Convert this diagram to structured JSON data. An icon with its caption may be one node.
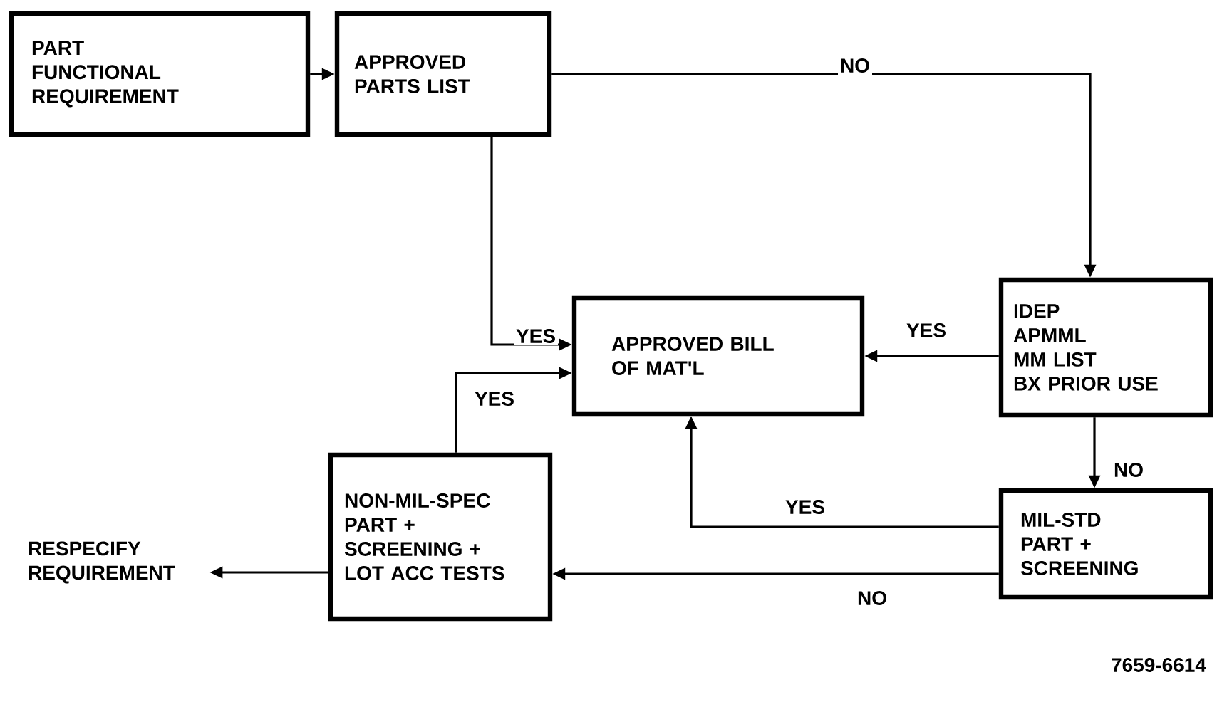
{
  "diagram": {
    "nodes": [
      {
        "text": [
          "PART FUNCTIONAL REQUIREMENT"
        ]
      },
      {
        "text": [
          "APPROVED PARTS LIST"
        ]
      },
      {
        "text": [
          "APPROVED BILL OF MAT'L"
        ]
      },
      {
        "text": [
          "IDEP",
          "APMML",
          "MM LIST",
          "BX PRIOR USE"
        ]
      },
      {
        "text": [
          "MIL-STD PART + SCREENING"
        ]
      },
      {
        "text": [
          "NON-MIL-SPEC PART + SCREENING + LOT ACC TESTS"
        ]
      },
      {
        "text": [
          "RESPECIFY REQUIREMENT"
        ]
      }
    ],
    "edges": [
      {
        "from": 0,
        "to": 1,
        "arrow": "to"
      },
      {
        "from": 1,
        "to": 3,
        "label": "NO",
        "arrow": "to"
      },
      {
        "from": 1,
        "to": 2,
        "label": "YES",
        "arrow": "to"
      },
      {
        "from": 3,
        "to": 2,
        "label": "YES",
        "arrow": "to"
      },
      {
        "from": 3,
        "to": 4,
        "label": "NO",
        "arrow": "to"
      },
      {
        "from": 4,
        "to": 2,
        "label": "YES",
        "arrow": "to"
      },
      {
        "from": 4,
        "to": 5,
        "label": "NO",
        "arrow": "to"
      },
      {
        "from": 5,
        "to": 2,
        "label": "YES",
        "arrow": "to"
      },
      {
        "from": 5,
        "to": 6,
        "arrow": "to"
      }
    ],
    "labels": [
      "7659-6614"
    ]
  }
}
